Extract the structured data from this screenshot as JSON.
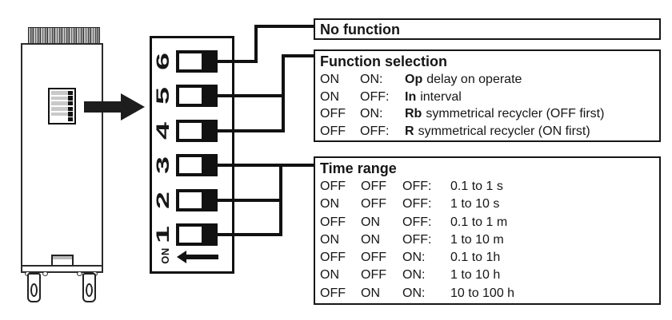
{
  "colors": {
    "ink": "#161616"
  },
  "panel": {
    "on_label": "ON",
    "switch_labels": [
      "6",
      "5",
      "4",
      "3",
      "2",
      "1"
    ]
  },
  "boxes": {
    "no_function": {
      "title": "No function"
    },
    "function_selection": {
      "title": "Function selection",
      "rows": [
        {
          "c1": "ON",
          "c2": "ON:",
          "code": "Op",
          "desc": "delay on operate"
        },
        {
          "c1": "ON",
          "c2": "OFF:",
          "code": "In",
          "desc": "interval"
        },
        {
          "c1": "OFF",
          "c2": "ON:",
          "code": "Rb",
          "desc": "symmetrical recycler (OFF first)"
        },
        {
          "c1": "OFF",
          "c2": "OFF:",
          "code": "R",
          "desc": "symmetrical recycler (ON first)"
        }
      ]
    },
    "time_range": {
      "title": "Time range",
      "rows": [
        {
          "c1": "OFF",
          "c2": "OFF",
          "c3": "OFF:",
          "range": "0.1 to 1 s"
        },
        {
          "c1": "ON",
          "c2": "OFF",
          "c3": "OFF:",
          "range": "1 to 10 s"
        },
        {
          "c1": "OFF",
          "c2": "ON",
          "c3": "OFF:",
          "range": "0.1 to 1 m"
        },
        {
          "c1": "ON",
          "c2": "ON",
          "c3": "OFF:",
          "range": "1 to 10 m"
        },
        {
          "c1": "OFF",
          "c2": "OFF",
          "c3": "ON:",
          "range": "0.1 to 1h"
        },
        {
          "c1": "ON",
          "c2": "OFF",
          "c3": "ON:",
          "range": "1 to 10 h"
        },
        {
          "c1": "OFF",
          "c2": "ON",
          "c3": "ON:",
          "range": "10 to 100 h"
        }
      ]
    }
  }
}
